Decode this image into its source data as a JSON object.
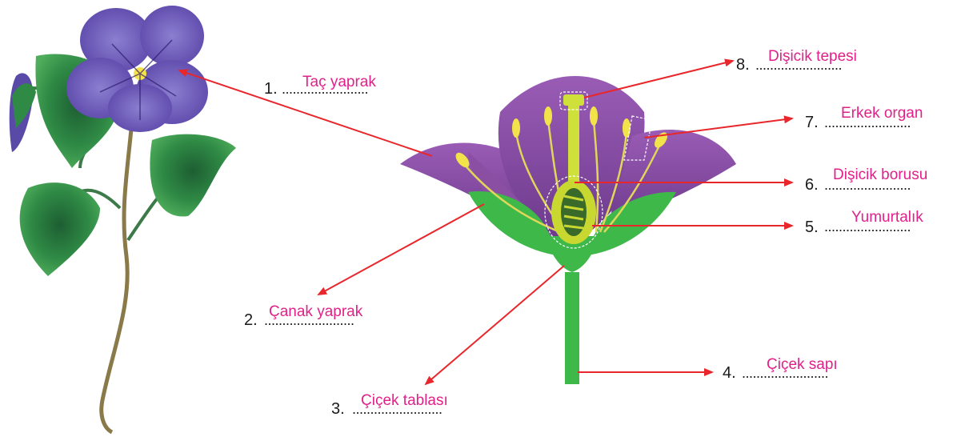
{
  "labels": [
    {
      "number": "1.",
      "dots": "........................",
      "answer": "Taç yaprak"
    },
    {
      "number": "2.",
      "dots": ".........................",
      "answer": "Çanak yaprak"
    },
    {
      "number": "3.",
      "dots": ".........................",
      "answer": "Çiçek tablası"
    },
    {
      "number": "4.",
      "dots": "........................",
      "answer": "Çiçek sapı"
    },
    {
      "number": "5.",
      "dots": "........................",
      "answer": "Yumurtalık"
    },
    {
      "number": "6.",
      "dots": "........................",
      "answer": "Dişicik borusu"
    },
    {
      "number": "7.",
      "dots": "........................",
      "answer": "Erkek organ"
    },
    {
      "number": "8.",
      "dots": "........................",
      "answer": "Dişicik tepesi"
    }
  ],
  "colors": {
    "arrow": "#e8262b",
    "answer_text": "#e0218a",
    "petal": "#8a4fa3",
    "petal_dark": "#6b3a8a",
    "sepal": "#3fb84a",
    "stem": "#3fb84a",
    "anther": "#f2e34a",
    "violet_petal": "#6e5bb8",
    "leaf": "#2f8a45"
  },
  "icons": [
    "violet-plant-illustration",
    "flower-cross-section-illustration"
  ]
}
